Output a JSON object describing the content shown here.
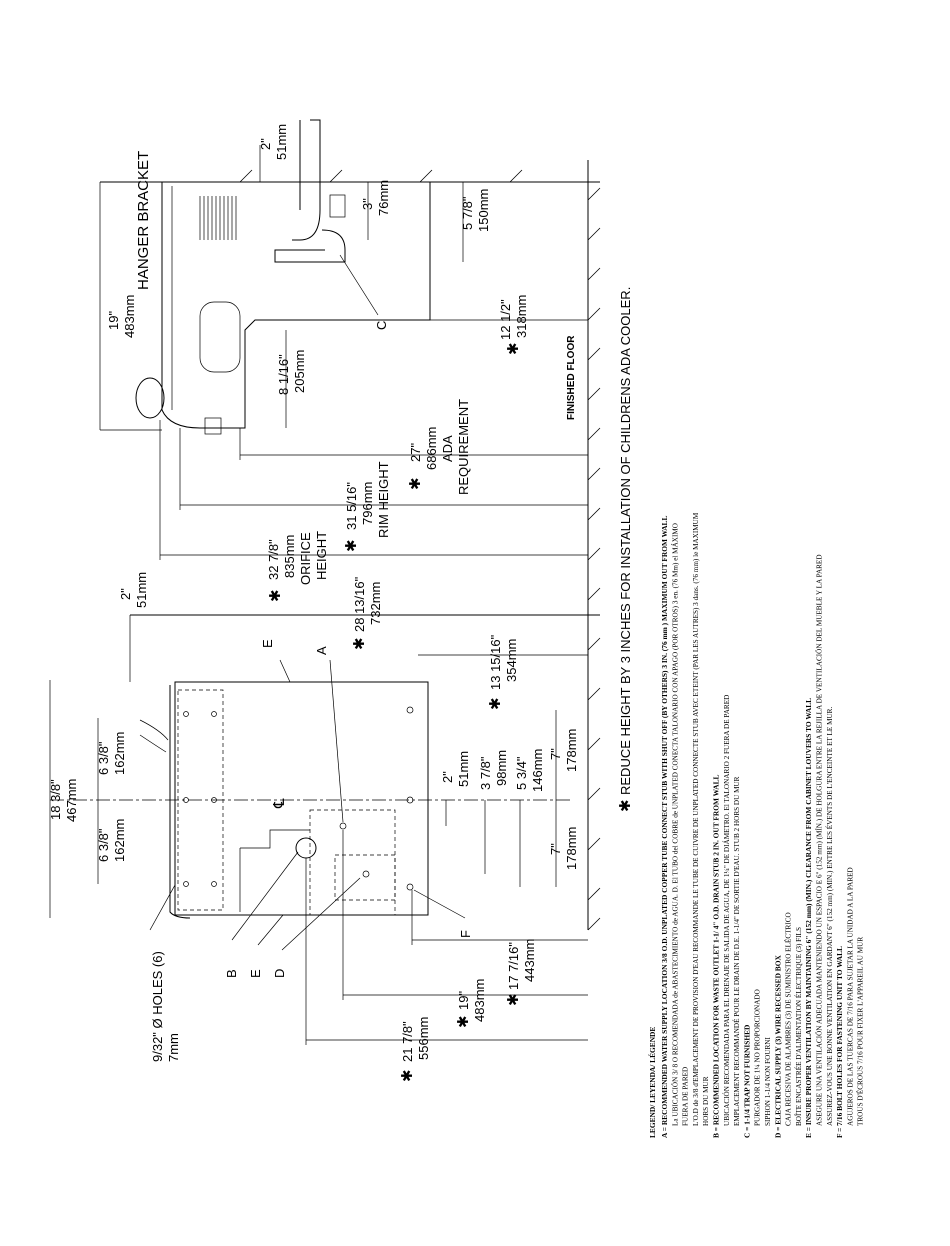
{
  "side_view": {
    "hanger_bracket": "HANGER BRACKET",
    "finished_floor": "FINISHED FLOOR",
    "c_label": "C",
    "dims": {
      "top_2in": "2\"",
      "top_51mm": "51mm",
      "d_3in": "3\"",
      "d_76mm": "76mm",
      "d_578": "5 7/8\"",
      "d_150": "150mm",
      "d_19": "19\"",
      "d_483": "483mm",
      "d_1212": "12 1/2\"",
      "d_318": "318mm",
      "d_8116": "8 1/16\"",
      "d_205": "205mm",
      "d_27": "27\"",
      "d_686": "686mm",
      "d_ada": "ADA",
      "d_req": "REQUIREMENT",
      "d_31516": "31 5/16\"",
      "d_796": "796mm",
      "d_rim": "RIM HEIGHT",
      "d_3278": "32 7/8\"",
      "d_835": "835mm",
      "d_orifice": "ORIFICE",
      "d_height": "HEIGHT"
    }
  },
  "front_view": {
    "holes": "9/32\" Ø HOLES (6)",
    "holes_mm": "7mm",
    "cl": "℄",
    "letters": {
      "a": "A",
      "b": "B",
      "d": "D",
      "e1": "E",
      "e2": "E",
      "f": "F"
    },
    "dims": {
      "d_1838": "18 3/8\"",
      "d_467": "467mm",
      "d_638a": "6 3/8\"",
      "d_162a": "162mm",
      "d_638b": "6 3/8\"",
      "d_162b": "162mm",
      "d_2": "2\"",
      "d_51": "51mm",
      "d_2b": "2\"",
      "d_51b": "51mm",
      "d_378": "3 7/8\"",
      "d_98": "98mm",
      "d_534": "5 3/4\"",
      "d_146": "146mm",
      "d_7a": "7\"",
      "d_178a": "178mm",
      "d_7b": "7\"",
      "d_178b": "178mm",
      "d_281316": "28 13/16\"",
      "d_732": "732mm",
      "d_131516": "13 15/16\"",
      "d_354": "354mm",
      "d_17716": "17 7/16\"",
      "d_443": "443mm",
      "d_19": "19\"",
      "d_483": "483mm",
      "d_2178": "21 7/8\"",
      "d_556": "556mm"
    }
  },
  "star": "✱",
  "note": "REDUCE HEIGHT BY 3 INCHES FOR INSTALLATION OF CHILDRENS ADA COOLER.",
  "legend": {
    "title": "LEGEND/ LEYENDA/ LÉGENDE",
    "lines": [
      {
        "t": "A = RECOMMENDED WATER SUPPLY LOCATION 3/8 O.D. UNPLATED COPPER TUBE CONNECT STUB WITH SHUT OFF (BY OTHERS) 3 IN. (76 mm ) MAXIMUM OUT FROM WALL",
        "b": true
      },
      {
        "t": "La UBICACIÓN 3/ 8 O RECOMENDADA de ABASTECIMIENTO de AGUA. D. El TUBO del COBRE de UNPLATED CONECTA TALONARIO CON APAGO (POR OTROS) 3 en. (76 Mm) el MÁXIMO",
        "b": false
      },
      {
        "t": "FUERA DE PARED",
        "b": false
      },
      {
        "t": "L'O.D de 3/8 d'EMPLACEMENT DE PROVISION D'EAU RECOMMANDE LE TUBE DE CUIVRE DE UNPLATED CONNECTE STUB AVEC ETEINT (PAR LES AUTRES) 3 dans. (76 mm) le MAXIMUM",
        "b": false
      },
      {
        "t": "HORS DU MUR",
        "b": false
      },
      {
        "t": "B = RECOMMENDED LOCATION FOR WASTE OUTLET 1-1/ 4\" O.D. DRAIN STUB 2 IN. OUT FROM WALL",
        "b": true
      },
      {
        "t": "UBICACIÓN RECOMENDADA PARA EL DRENAJE DE SALIDA DE AGUA, DE 1¼\" DE DIÁMETRO. El TALONARIO 2 FUERA DE PARED",
        "b": false
      },
      {
        "t": "EMPLACEMENT RECOMMANDÉ POUR LE DRAIN DE D.E. 1-1/4\" DE SORTIE D'EAU. STUB 2 HORS DU MUR",
        "b": false
      },
      {
        "t": "C = 1-1/4 TRAP NOT FURNISHED",
        "b": true
      },
      {
        "t": "PURGADOR DE 1¼ NO PROPORCIONADO",
        "b": false
      },
      {
        "t": "SIPHON 1-1/4  NON FOURNI",
        "b": false
      },
      {
        "t": "D = ELECTRICAL SUPPLY (3) WIRE RECESSED BOX",
        "b": true
      },
      {
        "t": "CAJA RECESIVA DE ALAMBRES (3) DE SUMINISTRO ELÉCTRICO",
        "b": false
      },
      {
        "t": "BOÎTE ENCASTRÉE D'ALIMENTATION ÉLECTRIQUE (3) FILS",
        "b": false
      },
      {
        "t": "E = INSURE PROPER VENTILATION BY MAINTAINING 6\" (152 mm) (MIN.) CLEARANCE FROM CABINET LOUVERS TO WALL",
        "b": true
      },
      {
        "t": "ASEGURE UNA VENTILACIÓN ADECUADA MANTENIENDO UN ESPACIO E 6\" (152 mm) (MÍN.) DE HOLGURA ENTRE LA REJILLA DE VENTILACIÓN DEL MUEBLE Y LA PARED",
        "b": false
      },
      {
        "t": "ASSUREZ-VOUS UNE BONNE VENTILATION EN GARDANT 6\" (152 mm) (MIN.) ENTRE LES ÉVENTS DE L'ENCEINTE ET LE MUR.",
        "b": false
      },
      {
        "t": "F = 7/16 BOLT HOLES FOR FASTENING UNIT TO WALL",
        "b": true
      },
      {
        "t": "AGUJEROS DE LAS TUERCAS DE 7/16 PARA SUJETAR LA UNIDAD A LA PARED",
        "b": false
      },
      {
        "t": "TROUS D'ÉCROUS 7/16 POUR FIXER L'APPAREIL AU MUR",
        "b": false
      }
    ]
  }
}
